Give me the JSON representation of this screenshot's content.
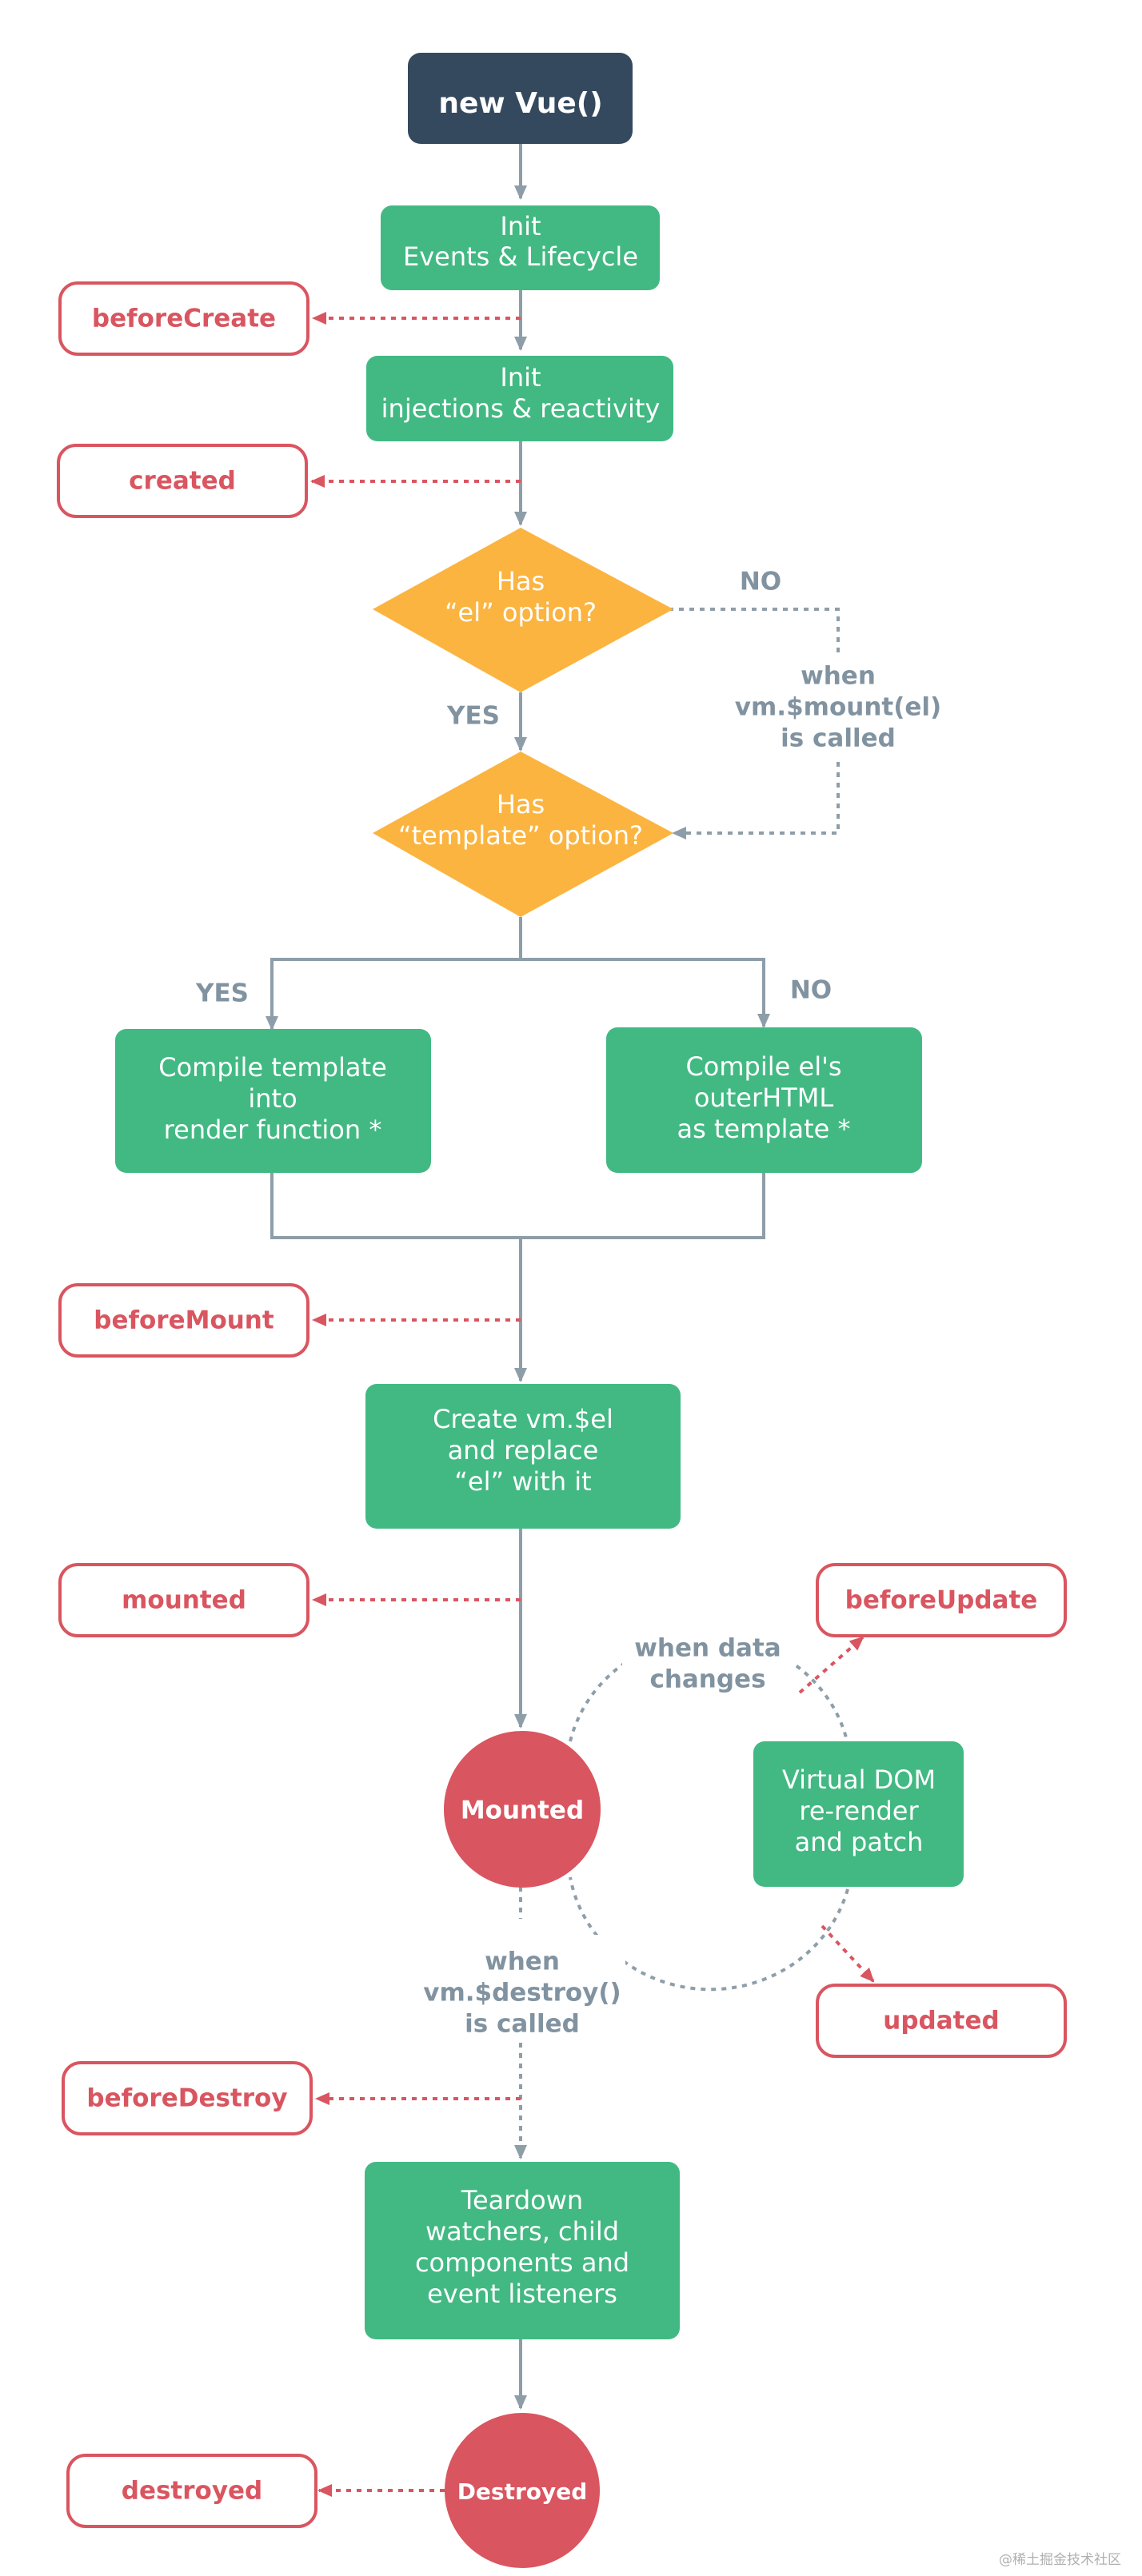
{
  "start": "new Vue()",
  "steps": {
    "init_events": [
      "Init",
      "Events & Lifecycle"
    ],
    "init_injections": [
      "Init",
      "injections & reactivity"
    ],
    "compile_template": [
      "Compile template",
      "into",
      "render function *"
    ],
    "compile_el": [
      "Compile el's",
      "outerHTML",
      "as template *"
    ],
    "create_el": [
      "Create vm.$el",
      "and replace",
      "“el” with it"
    ],
    "virtual_dom": [
      "Virtual DOM",
      "re-render",
      "and patch"
    ],
    "teardown": [
      "Teardown",
      "watchers, child",
      "components and",
      "event listeners"
    ]
  },
  "decisions": {
    "has_el": [
      "Has",
      "“el” option?"
    ],
    "has_template": [
      "Has",
      "“template” option?"
    ]
  },
  "states": {
    "mounted": "Mounted",
    "destroyed": "Destroyed"
  },
  "hooks": {
    "before_create": "beforeCreate",
    "created": "created",
    "before_mount": "beforeMount",
    "mounted": "mounted",
    "before_update": "beforeUpdate",
    "updated": "updated",
    "before_destroy": "beforeDestroy",
    "destroyed": "destroyed"
  },
  "labels": {
    "no_el": "NO",
    "yes_el": "YES",
    "mount_called": [
      "when",
      "vm.$mount(el)",
      "is called"
    ],
    "yes_template": "YES",
    "no_template": "NO",
    "data_changes": [
      "when data",
      "changes"
    ],
    "destroy_called": [
      "when",
      "vm.$destroy()",
      "is called"
    ]
  },
  "colors": {
    "green": "#42b983",
    "yellow": "#fbb440",
    "dark": "#35495e",
    "hook_red": "#d95560",
    "connector_grey": "#8e9ea9",
    "label_grey": "#8193a0"
  },
  "watermark": "@稀土掘金技术社区"
}
